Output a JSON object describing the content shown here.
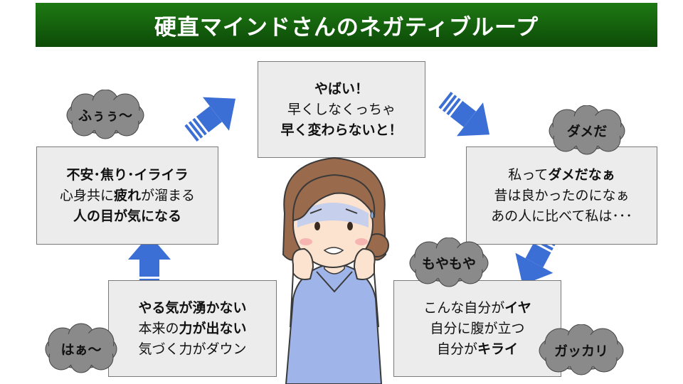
{
  "title": "硬直マインドさんのネガティブループ",
  "boxes": {
    "top": {
      "line1": "やばい！",
      "line2": "早くしなくっちゃ",
      "line3": "早く変わらないと！"
    },
    "right": {
      "line1a": "私って",
      "line1b": "ダメだなぁ",
      "line2": "昔は良かったのになぁ",
      "line3": "あの人に比べて私は･･･"
    },
    "bottom_right": {
      "line1a": "こんな自分が",
      "line1b": "イヤ",
      "line2": "自分に腹が立つ",
      "line3a": "自分が",
      "line3b": "キライ"
    },
    "bottom_left": {
      "line1": "やる気が湧かない",
      "line2a": "本来の",
      "line2b": "力が出ない",
      "line3": "気づく力がダウン"
    },
    "left": {
      "line1": "不安･焦り･イライラ",
      "line2a": "心身共に",
      "line2b": "疲れ",
      "line2c": "が溜まる",
      "line3": "人の目が気になる"
    }
  },
  "clouds": {
    "fuu": "ふぅぅ〜",
    "dame": "ダメだ",
    "moya": "もやもや",
    "gakkari": "ガッカリ",
    "haa": "はぁ〜"
  },
  "colors": {
    "arrow": "#3b6fd6",
    "banner": "#137010",
    "cloud": "#8a8a8a",
    "box": "#ececec"
  }
}
